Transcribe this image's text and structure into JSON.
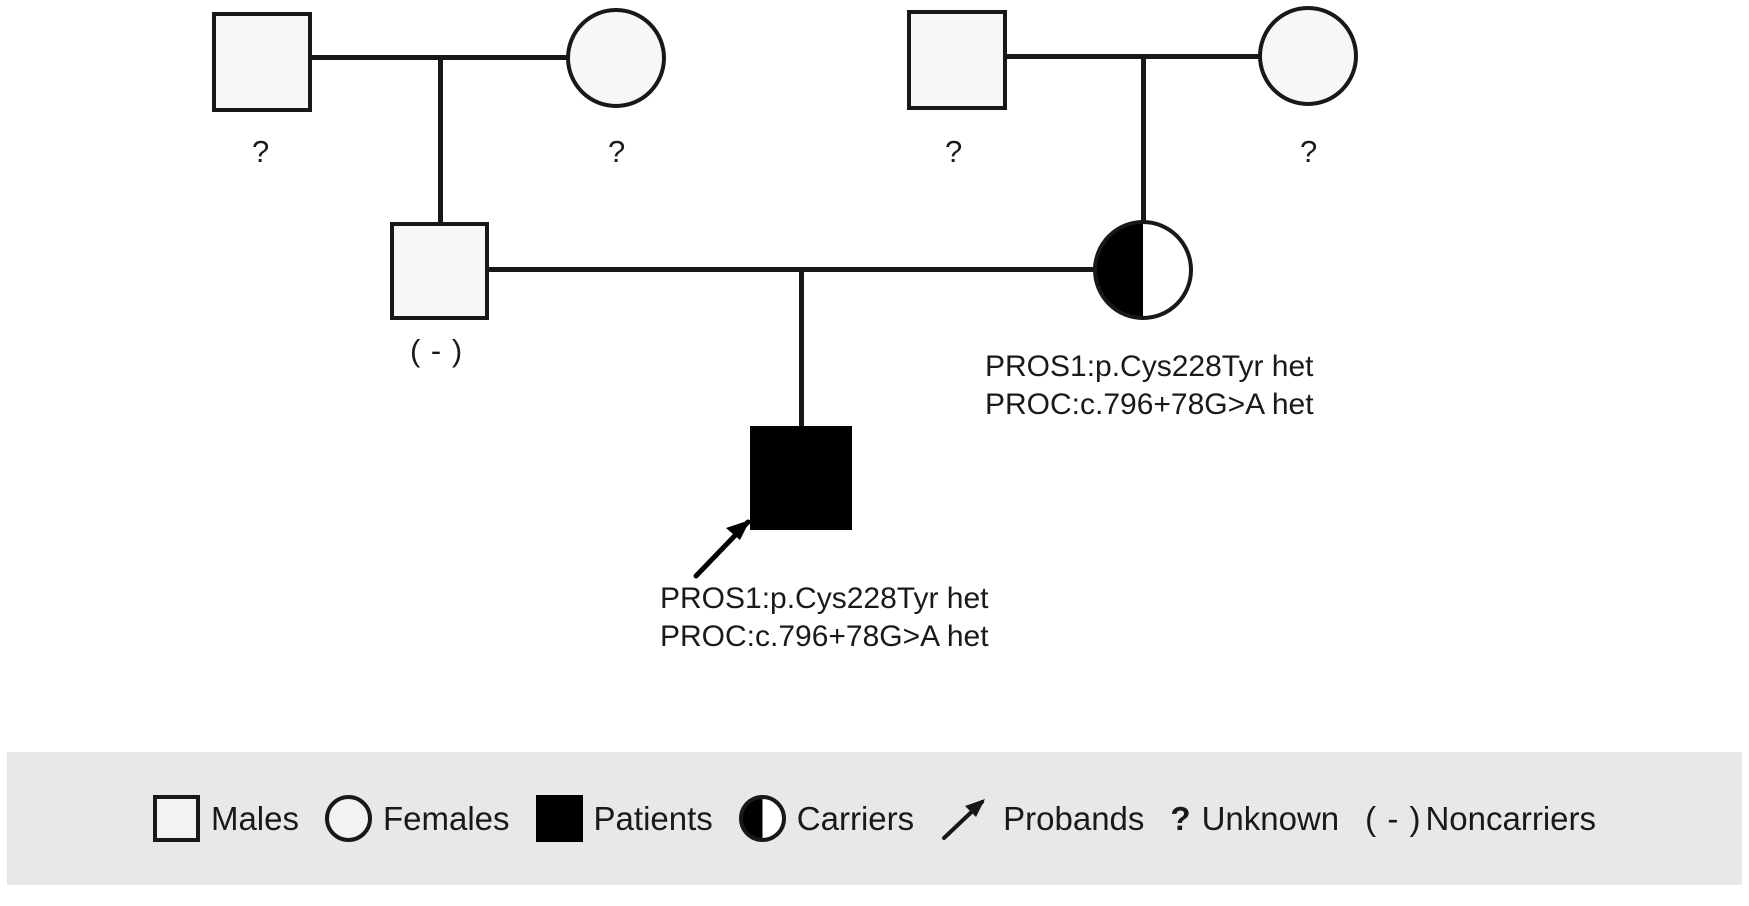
{
  "figure": {
    "type": "pedigree-chart",
    "background_color": "#ffffff",
    "symbol_outline_color": "#16181a",
    "symbol_fill_color": "#f7f7f7",
    "affected_fill_color": "#000000",
    "legend_background_color": "#e8e8e8"
  },
  "generation1": {
    "left_couple": {
      "father": {
        "shape": "square",
        "status": "unknown",
        "label": "?"
      },
      "mother": {
        "shape": "circle",
        "status": "unknown",
        "label": "?"
      }
    },
    "right_couple": {
      "father": {
        "shape": "square",
        "status": "unknown",
        "label": "?"
      },
      "mother": {
        "shape": "circle",
        "status": "unknown",
        "label": "?"
      }
    }
  },
  "generation2": {
    "father": {
      "shape": "square",
      "status": "noncarrier",
      "label": "( - )"
    },
    "mother": {
      "shape": "circle",
      "status": "carrier",
      "annotation_line1": "PROS1:p.Cys228Tyr het",
      "annotation_line2": "PROC:c.796+78G>A het"
    }
  },
  "generation3": {
    "proband": {
      "shape": "square",
      "status": "patient",
      "is_proband": true,
      "annotation_line1": "PROS1:p.Cys228Tyr het",
      "annotation_line2": "PROC:c.796+78G>A het"
    }
  },
  "legend": {
    "items": [
      {
        "icon": "open-square-icon",
        "label": "Males"
      },
      {
        "icon": "open-circle-icon",
        "label": "Females"
      },
      {
        "icon": "filled-square-icon",
        "label": "Patients"
      },
      {
        "icon": "half-filled-circle-icon",
        "label": "Carriers"
      },
      {
        "icon": "arrow-icon",
        "label": "Probands"
      },
      {
        "icon": "question-mark-icon",
        "label": "Unknown",
        "glyph": "?"
      },
      {
        "icon": "minus-paren-icon",
        "label": "Noncarriers",
        "glyph": "( - )"
      }
    ]
  }
}
